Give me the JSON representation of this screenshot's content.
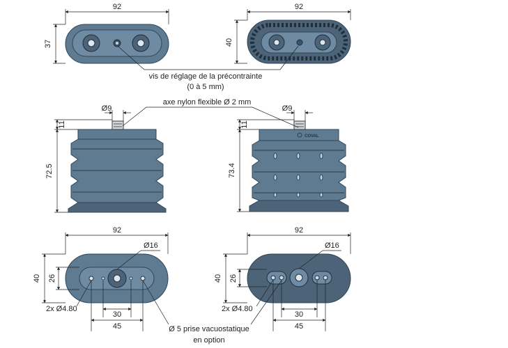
{
  "labels": {
    "top_left_width": "92",
    "top_left_height": "37",
    "top_right_width": "92",
    "top_right_height": "40",
    "preload_screw_line1": "vis de réglage de la précontrainte",
    "preload_screw_line2": "(0 à 5 mm)",
    "nylon_axis": "axe nylon flexible Ø 2 mm",
    "left_dia9": "Ø9",
    "right_dia9": "Ø9",
    "left_11": "11",
    "right_11": "11",
    "left_height": "72.5",
    "right_height": "73.4",
    "brand_mark": "COVAL",
    "bottom_left_width": "92",
    "bottom_right_width": "92",
    "bottom_left_dia16": "Ø16",
    "bottom_right_dia16": "Ø16",
    "bottom_left_40": "40",
    "bottom_left_26": "26",
    "bottom_right_40": "40",
    "bottom_right_26": "26",
    "bottom_left_holes": "2x Ø4.80",
    "bottom_right_holes": "2x Ø4.80",
    "bottom_left_30": "30",
    "bottom_left_45": "45",
    "bottom_right_30": "30",
    "bottom_right_45": "45",
    "vacuum_port_line1": "Ø 5 prise vacuostatique",
    "vacuum_port_line2": "en option"
  }
}
